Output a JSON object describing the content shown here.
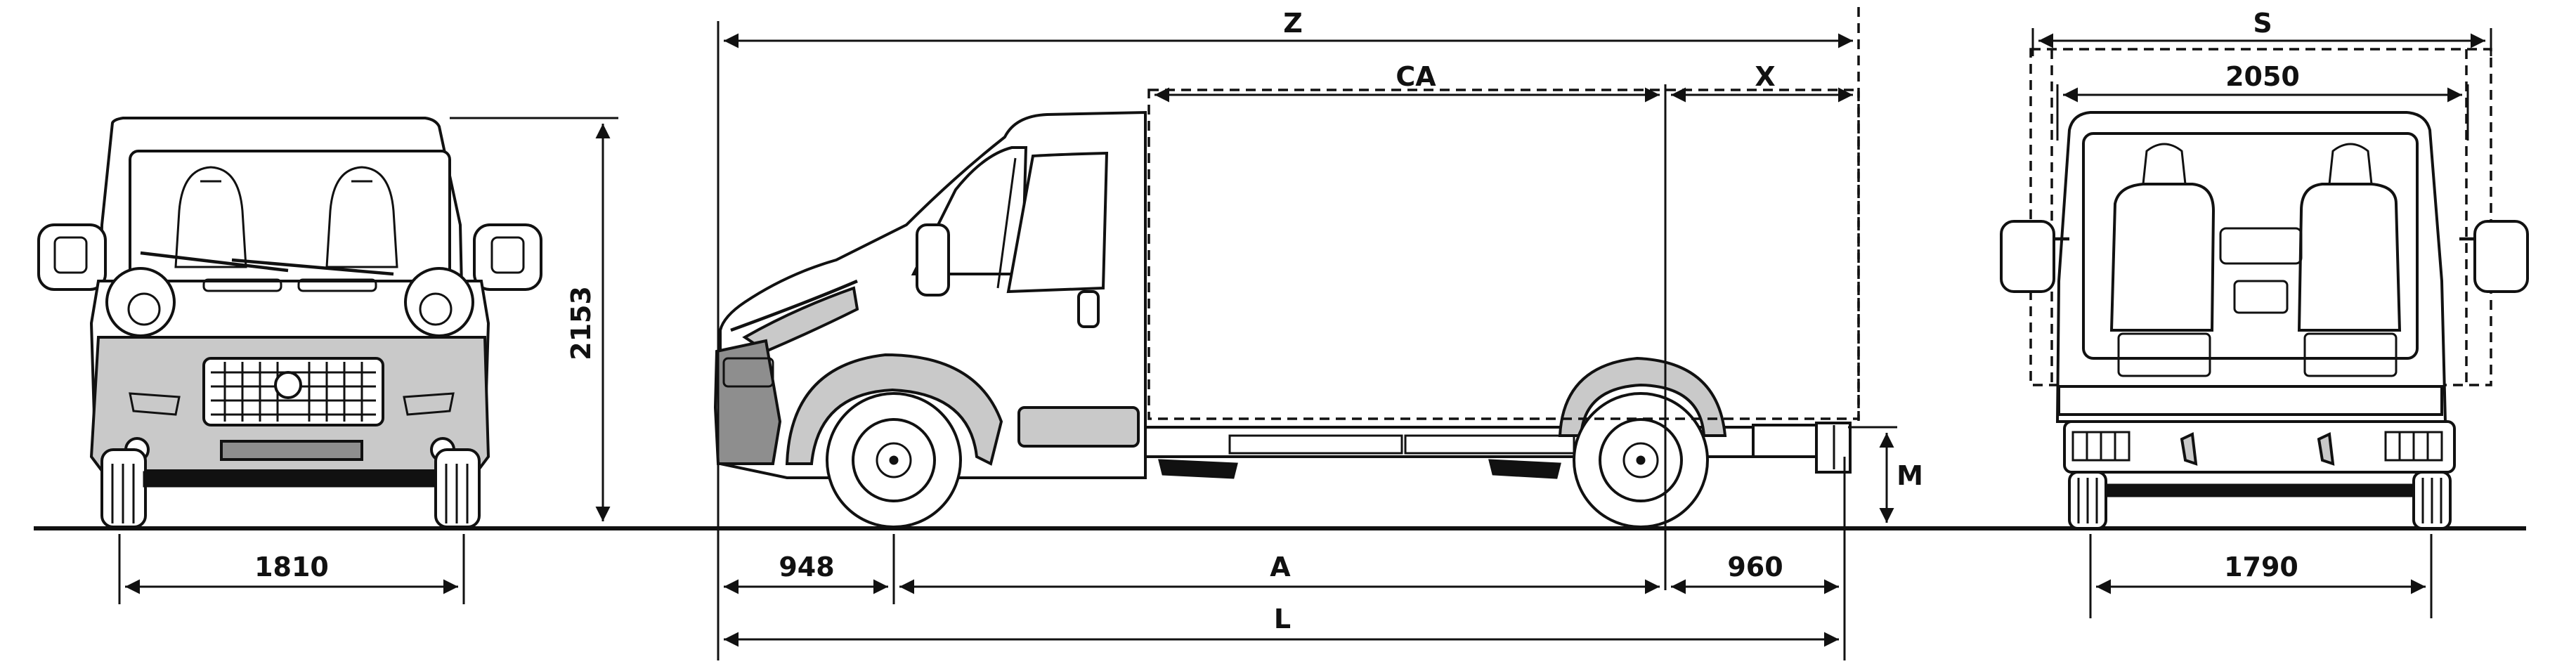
{
  "dimensions": {
    "front_height": "2153",
    "front_track": "1810",
    "overall_box_length": "Z",
    "cab_to_axle": "CA",
    "box_overhang": "X",
    "front_overhang": "948",
    "wheelbase": "A",
    "rear_overhang": "960",
    "overall_length": "L",
    "frame_height": "M",
    "overall_width_mirrors": "S",
    "width": "2050",
    "rear_track": "1790"
  },
  "colors": {
    "line": "#111111",
    "body_grey": "#c9c9c9",
    "dark_grey": "#8e8e8e"
  }
}
